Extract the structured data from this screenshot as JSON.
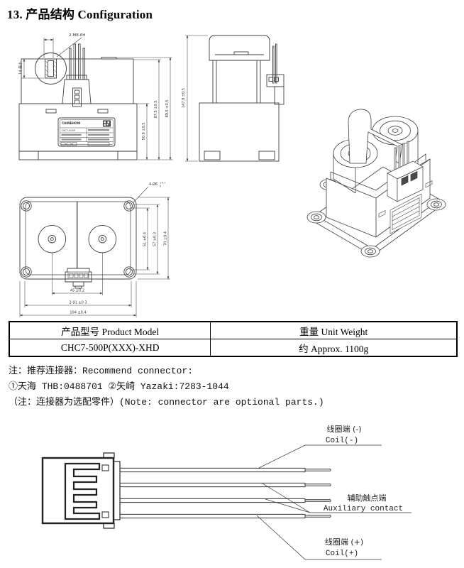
{
  "page": {
    "title": "13.  产品结构 Configuration",
    "background": "#ffffff",
    "line_color": "#3f3f3f"
  },
  "front_view": {
    "dim_thread_callout": "2-M8-6H",
    "dim_thread_depth": "14 最小",
    "dim_body_height": "50.9 ±0.5",
    "dim_terminal_height": "87.5 ±0.5",
    "dim_total_height": "89.5 ±0.5",
    "nameplate_brand": "CHINEHOW",
    "nameplate_model": "CHC7-500P"
  },
  "side_view": {
    "dim_total_height": "147.9 ±0.5"
  },
  "bottom_view": {
    "hole_callout": "4-Ø6",
    "hole_tol_upper": "+0.1",
    "hole_tol_lower": "0",
    "dim_v1": "51 ±0.4",
    "dim_v2": "57 ±0.3",
    "dim_v3": "70 ±0.4",
    "dim_h1": "45 ±0.2",
    "dim_h2": "2-91 ±0.3",
    "dim_h3": "104 ±0.4"
  },
  "spec_table": {
    "col1_header": "产品型号 Product Model",
    "col2_header": "重量 Unit Weight",
    "col1_value": "CHC7-500P(XXX)-XHD",
    "col2_value": "约 Approx. 1100g"
  },
  "notes": {
    "line1": "注：推荐连接器：Recommend connector:",
    "line2": "①天海 THB:0488701 ②矢崎 Yazaki:7283-1044",
    "line3": "（注：连接器为选配零件）(Note: connector are optional parts.)"
  },
  "wiring": {
    "coil_neg_cn": "线圈端 (-)",
    "coil_neg_en": "Coil(-)",
    "aux_cn": "辅助触点端",
    "aux_en": "Auxiliary contact",
    "coil_pos_cn": "线圈端 (+)",
    "coil_pos_en": "Coil(+)"
  }
}
